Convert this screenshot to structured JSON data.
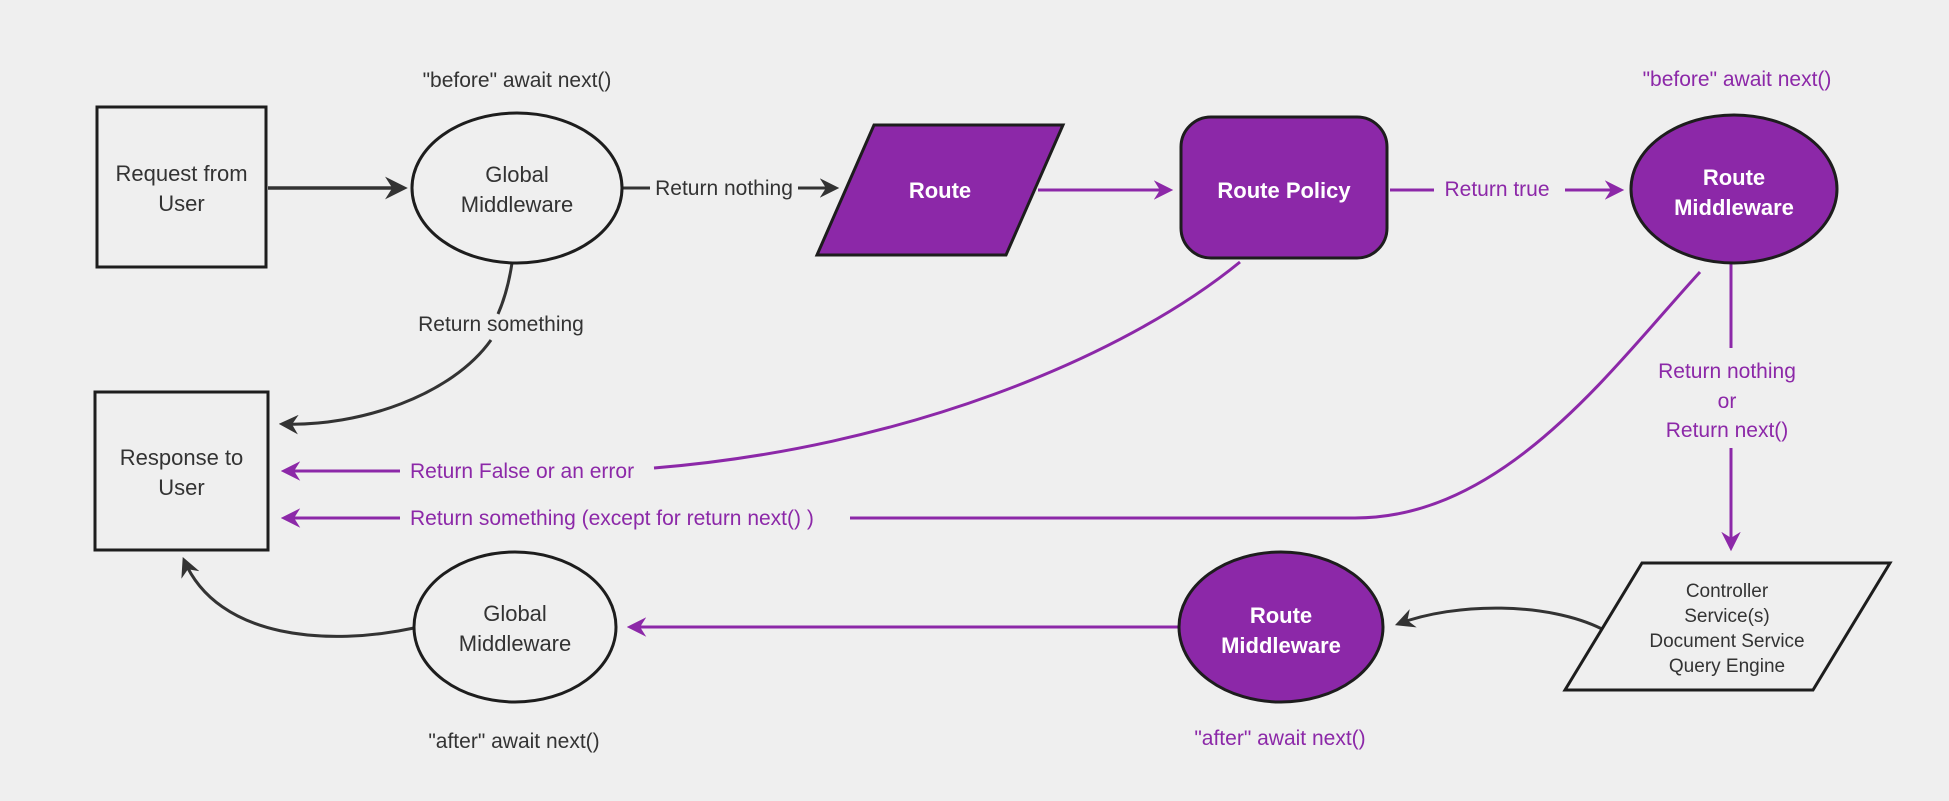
{
  "colors": {
    "background": "#efefef",
    "purple_accent": "#8c28a8",
    "dark_border": "#1d1d1d",
    "dark_text": "#333333",
    "white_text": "#ffffff"
  },
  "nodes": {
    "request": {
      "line1": "Request from",
      "line2": "User"
    },
    "global_middleware_top": {
      "line1": "Global",
      "line2": "Middleware"
    },
    "route": {
      "label": "Route"
    },
    "route_policy": {
      "label": "Route Policy"
    },
    "route_middleware_top": {
      "line1": "Route",
      "line2": "Middleware"
    },
    "controller": {
      "line1": "Controller",
      "line2": "Service(s)",
      "line3": "Document Service",
      "line4": "Query Engine"
    },
    "route_middleware_bottom": {
      "line1": "Route",
      "line2": "Middleware"
    },
    "global_middleware_bottom": {
      "line1": "Global",
      "line2": "Middleware"
    },
    "response": {
      "line1": "Response to",
      "line2": "User"
    }
  },
  "edge_labels": {
    "before_await_next_global": "\"before\" await next()",
    "before_await_next_route": "\"before\" await next()",
    "return_nothing": "Return nothing",
    "return_true": "Return true",
    "return_something": "Return something",
    "return_nothing_or_1": "Return nothing",
    "return_nothing_or_2": "or",
    "return_nothing_or_3": "Return next()",
    "return_false_or_error": "Return False or an error",
    "return_something_except": "Return something (except for return next() )",
    "after_await_next_route": "\"after\" await next()",
    "after_await_next_global": "\"after\" await next()"
  }
}
